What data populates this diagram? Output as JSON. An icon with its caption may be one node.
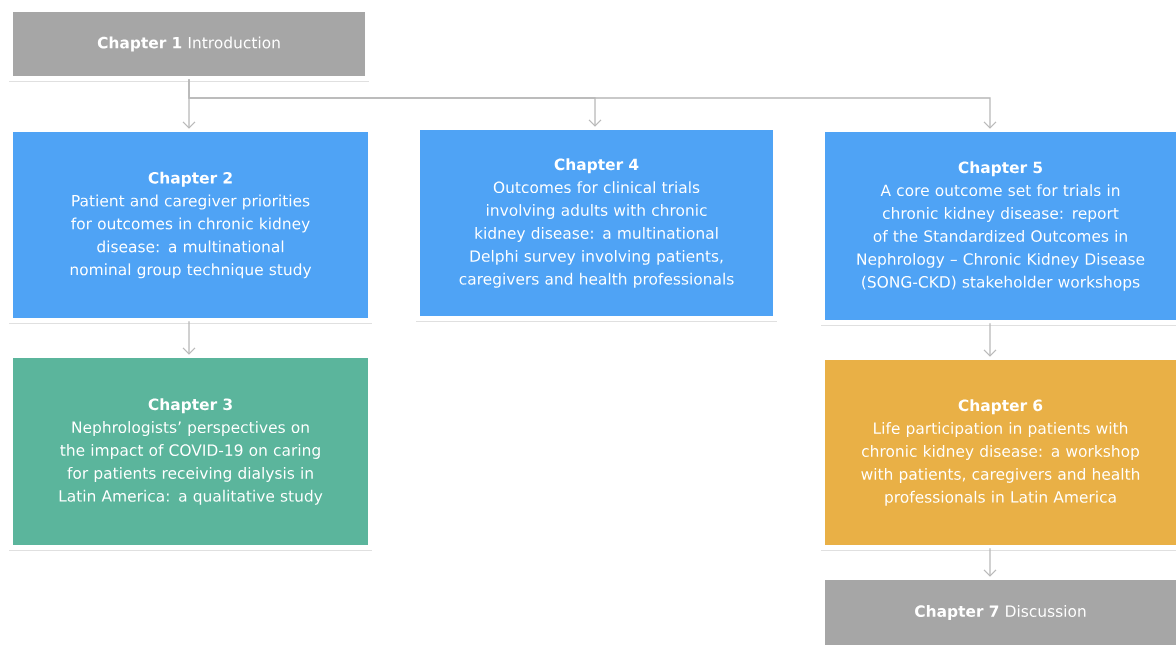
{
  "diagram": {
    "nodes": [
      {
        "text": [
          "**Chapter 1** Introduction"
        ]
      },
      {
        "text": [
          "Chapter 2",
          "Patient and caregiver priorities for outcomes in chronic kidney disease: a multinational nominal group technique study"
        ]
      },
      {
        "text": [
          "Chapter 4",
          "Outcomes for clinical trials involving adults with chronic kidney disease: a multinational Delphi survey involving patients, caregivers and health professionals"
        ]
      },
      {
        "text": [
          "Chapter 5",
          "A core outcome set for trials in chronic kidney disease: report of the Standardized Outcomes in Nephrology – Chronic Kidney Disease (SONG-CKD) stakeholder workshops"
        ]
      },
      {
        "text": [
          "Chapter 3",
          "Nephrologists’ perspectives on the impact of COVID-19 on caring for patients receiving dialysis in Latin America: a qualitative study"
        ]
      },
      {
        "text": [
          "Chapter 6",
          "Life participation in patients with chronic kidney disease: a workshop with patients, caregivers and health professionals in Latin America"
        ]
      },
      {
        "text": [
          "**Chapter 7** Discussion"
        ]
      }
    ],
    "edges": [
      {
        "from": 0,
        "to": 1,
        "arrow": "to"
      },
      {
        "from": 0,
        "to": 2,
        "arrow": "to"
      },
      {
        "from": 0,
        "to": 3,
        "arrow": "to"
      },
      {
        "from": 1,
        "to": 4,
        "arrow": "to"
      },
      {
        "from": 3,
        "to": 5,
        "arrow": "to"
      },
      {
        "from": 5,
        "to": 6,
        "arrow": "to"
      }
    ]
  }
}
